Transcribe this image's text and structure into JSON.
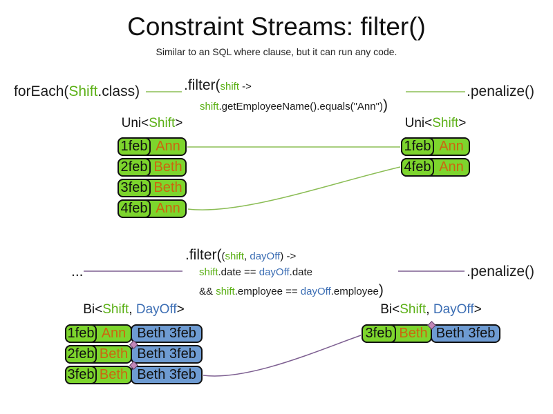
{
  "page": {
    "title": "Constraint Streams: filter()",
    "subtitle": "Similar to an SQL where clause, but it can run any code."
  },
  "code_top": {
    "foreach_pre": "forEach(",
    "foreach_class": "Shift",
    "foreach_post": ".class)",
    "filter_method": ".filter(",
    "filter_param": "shift",
    "filter_arrow": " ->",
    "filter_body_param": "shift",
    "filter_body_rest": ".getEmployeeName().equals(\"Ann\")",
    "filter_close": ")",
    "penalize": ".penalize()"
  },
  "code_mid": {
    "ellipsis": "...",
    "filter_method": ".filter(",
    "paren_open": "(",
    "param1": "shift",
    "comma": ", ",
    "param2": "dayOff",
    "paren_close": ")",
    "arrow": " ->",
    "line2": {
      "p1": "shift",
      "t1": ".date == ",
      "p2": "dayOff",
      "t2": ".date"
    },
    "line3": {
      "amp": "&& ",
      "p1": "shift",
      "t1": ".employee == ",
      "p2": "dayOff",
      "t2": ".employee",
      "close": ")"
    },
    "penalize": ".penalize()"
  },
  "uni_left": {
    "header_pre": "Uni<",
    "header_type": "Shift",
    "header_post": ">",
    "rows": [
      {
        "date": "1feb",
        "name": "Ann"
      },
      {
        "date": "2feb",
        "name": "Beth"
      },
      {
        "date": "3feb",
        "name": "Beth"
      },
      {
        "date": "4feb",
        "name": "Ann"
      }
    ]
  },
  "uni_right": {
    "header_pre": "Uni<",
    "header_type": "Shift",
    "header_post": ">",
    "rows": [
      {
        "date": "1feb",
        "name": "Ann"
      },
      {
        "date": "4feb",
        "name": "Ann"
      }
    ]
  },
  "bi_left": {
    "header_pre": "Bi<",
    "type1": "Shift",
    "comma": ", ",
    "type2": "DayOff",
    "header_post": ">",
    "rows": [
      {
        "date": "1feb",
        "name": "Ann",
        "pair": "Beth 3feb"
      },
      {
        "date": "2feb",
        "name": "Beth",
        "pair": "Beth 3feb"
      },
      {
        "date": "3feb",
        "name": "Beth",
        "pair": "Beth 3feb"
      }
    ]
  },
  "bi_right": {
    "header_pre": "Bi<",
    "type1": "Shift",
    "comma": ", ",
    "type2": "DayOff",
    "header_post": ">",
    "rows": [
      {
        "date": "3feb",
        "name": "Beth",
        "pair": "Beth 3feb"
      }
    ]
  },
  "colors": {
    "green_bg": "#7DD52D",
    "blue_bg": "#6E9BD2",
    "green_text": "#5BB016",
    "blue_text": "#3C6EB4",
    "orange_text": "#CC660F",
    "line_green": "#8BBD55",
    "line_purple": "#7D5F91",
    "diamond_bg": "#C387B7",
    "diamond_border": "#5A3B63"
  }
}
